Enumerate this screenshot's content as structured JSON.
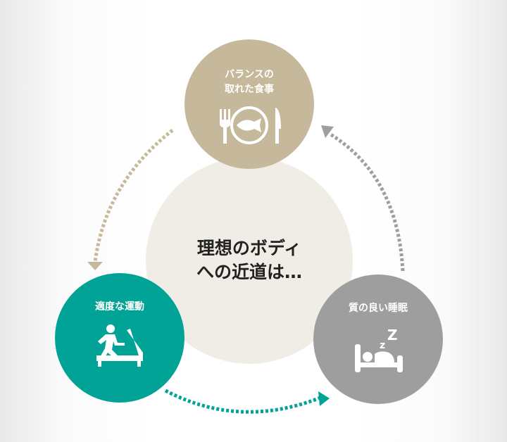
{
  "center": {
    "line1": "理想のボディ",
    "line2": "への近道は…"
  },
  "nodes": [
    {
      "line1": "バランスの",
      "line2": "取れた食事",
      "icon": "fork-plate-knife-icon",
      "color": "#c6b89a"
    },
    {
      "label": "適度な運動",
      "icon": "treadmill-icon",
      "color": "#00a396"
    },
    {
      "label": "質の良い睡眠",
      "icon": "bed-sleep-icon",
      "color": "#9e9e9e"
    }
  ]
}
